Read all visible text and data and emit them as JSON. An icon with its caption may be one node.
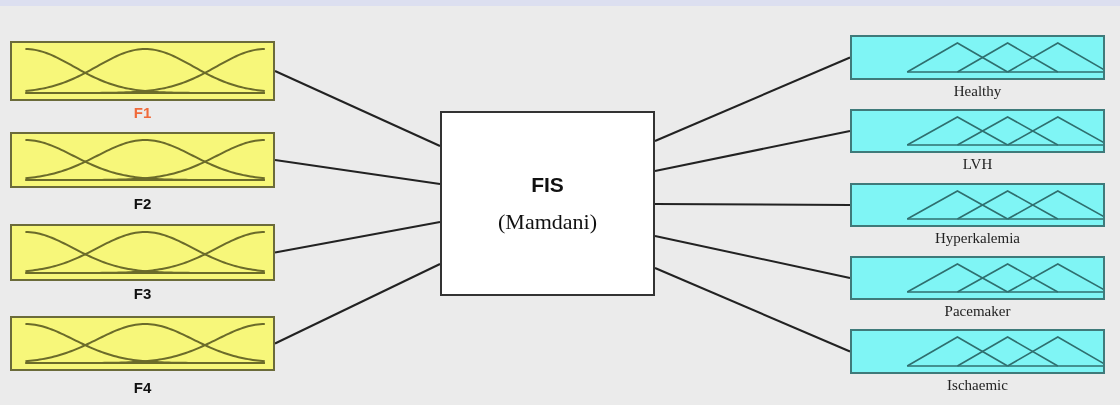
{
  "diagram": {
    "nodes": [
      {
        "text": [
          "F1"
        ]
      },
      {
        "text": [
          "F2"
        ]
      },
      {
        "text": [
          "F3"
        ]
      },
      {
        "text": [
          "F4"
        ]
      },
      {
        "text": [
          "FIS",
          "(Mamdani)"
        ]
      },
      {
        "text": [
          "Healthy"
        ]
      },
      {
        "text": [
          "LVH"
        ]
      },
      {
        "text": [
          "Hyperkalemia"
        ]
      },
      {
        "text": [
          "Pacemaker"
        ]
      },
      {
        "text": [
          "Ischaemic"
        ]
      }
    ],
    "edges": [
      {
        "from": 0,
        "to": 4,
        "arrow": "none"
      },
      {
        "from": 1,
        "to": 4,
        "arrow": "none"
      },
      {
        "from": 2,
        "to": 4,
        "arrow": "none"
      },
      {
        "from": 3,
        "to": 4,
        "arrow": "none"
      },
      {
        "from": 4,
        "to": 5,
        "arrow": "none"
      },
      {
        "from": 4,
        "to": 6,
        "arrow": "none"
      },
      {
        "from": 4,
        "to": 7,
        "arrow": "none"
      },
      {
        "from": 4,
        "to": 8,
        "arrow": "none"
      },
      {
        "from": 4,
        "to": 9,
        "arrow": "none"
      }
    ]
  }
}
